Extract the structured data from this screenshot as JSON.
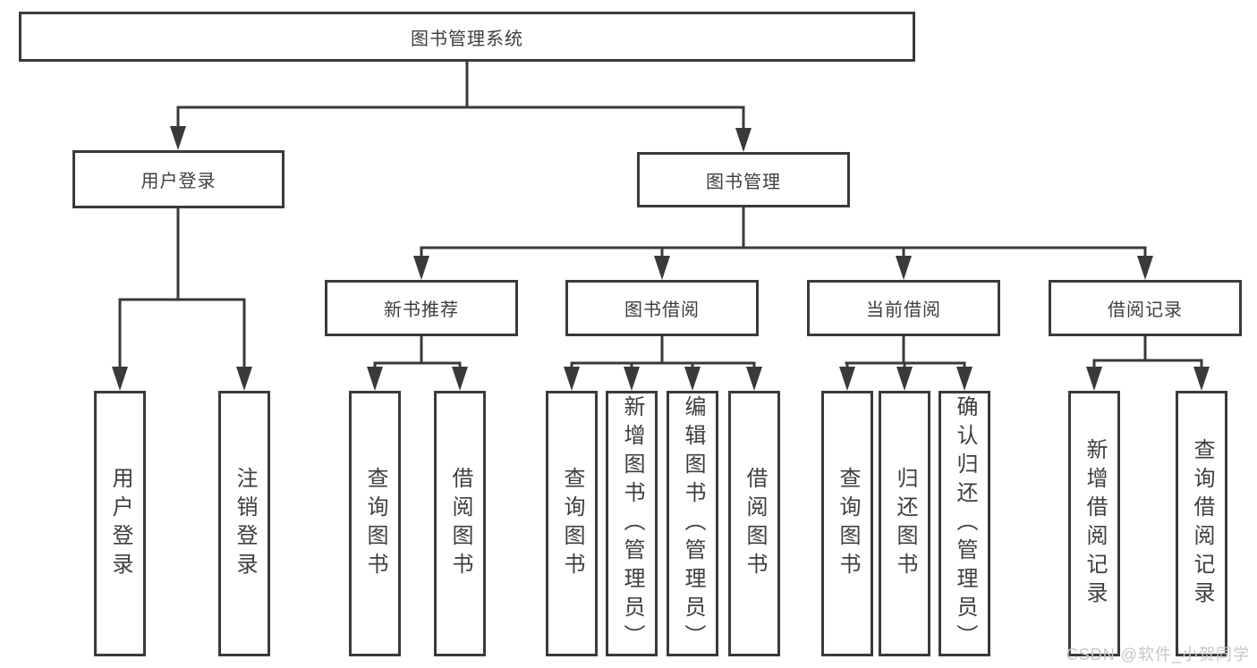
{
  "diagram": {
    "root": {
      "label": "图书管理系统"
    },
    "branches": [
      {
        "label": "用户登录",
        "children": [
          {
            "label": "用户登录"
          },
          {
            "label": "注销登录"
          }
        ]
      },
      {
        "label": "图书管理",
        "children": [
          {
            "label": "新书推荐",
            "children": [
              {
                "label": "查询图书"
              },
              {
                "label": "借阅图书"
              }
            ]
          },
          {
            "label": "图书借阅",
            "children": [
              {
                "label": "查询图书"
              },
              {
                "label": "新增图书（管理员）"
              },
              {
                "label": "编辑图书（管理员）"
              },
              {
                "label": "借阅图书"
              }
            ]
          },
          {
            "label": "当前借阅",
            "children": [
              {
                "label": "查询图书"
              },
              {
                "label": "归还图书"
              },
              {
                "label": "确认归还（管理员）"
              }
            ]
          },
          {
            "label": "借阅记录",
            "children": [
              {
                "label": "新增借阅记录"
              },
              {
                "label": "查询借阅记录"
              }
            ]
          }
        ]
      }
    ]
  },
  "watermark": {
    "text": "CSDN @软件_小贺同学"
  },
  "colors": {
    "line": "#3a3a3a",
    "text": "#3e3e3e",
    "watermark": "#c6c6c6"
  }
}
